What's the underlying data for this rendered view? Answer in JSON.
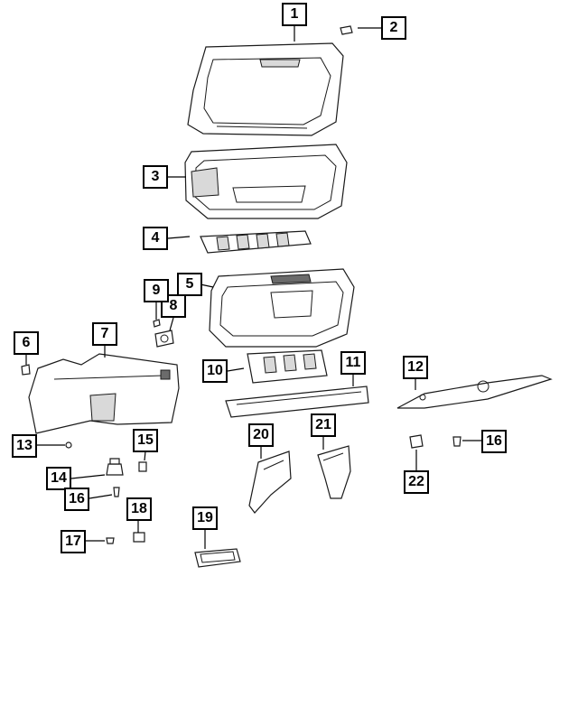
{
  "callouts": [
    {
      "id": "c1",
      "label": "1"
    },
    {
      "id": "c2",
      "label": "2"
    },
    {
      "id": "c3",
      "label": "3"
    },
    {
      "id": "c4",
      "label": "4"
    },
    {
      "id": "c5",
      "label": "5"
    },
    {
      "id": "c6",
      "label": "6"
    },
    {
      "id": "c7",
      "label": "7"
    },
    {
      "id": "c8",
      "label": "8"
    },
    {
      "id": "c9",
      "label": "9"
    },
    {
      "id": "c10",
      "label": "10"
    },
    {
      "id": "c11",
      "label": "11"
    },
    {
      "id": "c12",
      "label": "12"
    },
    {
      "id": "c13",
      "label": "13"
    },
    {
      "id": "c14",
      "label": "14"
    },
    {
      "id": "c15",
      "label": "15"
    },
    {
      "id": "c16a",
      "label": "16"
    },
    {
      "id": "c16b",
      "label": "16"
    },
    {
      "id": "c17",
      "label": "17"
    },
    {
      "id": "c18",
      "label": "18"
    },
    {
      "id": "c19",
      "label": "19"
    },
    {
      "id": "c20",
      "label": "20"
    },
    {
      "id": "c21",
      "label": "21"
    },
    {
      "id": "c22",
      "label": "22"
    }
  ]
}
